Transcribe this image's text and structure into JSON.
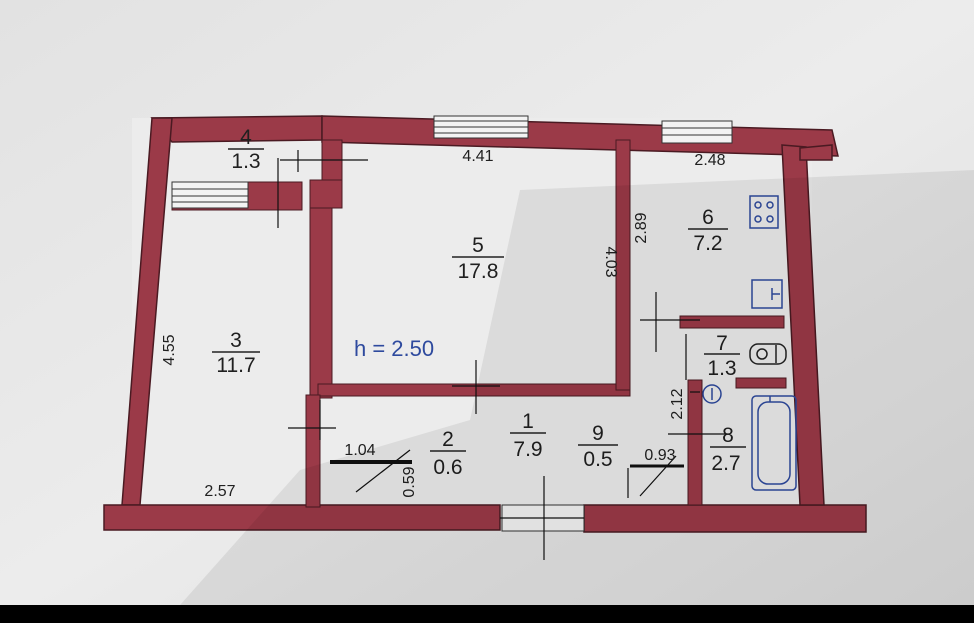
{
  "floorplan": {
    "ceiling_height_label": "h = 2.50",
    "colors": {
      "wall": "#9b3a48",
      "wall_stroke": "#4a1a22",
      "paper": "#e9e9e9",
      "label_accent": "#2e4a9e"
    },
    "rooms": [
      {
        "number": "1",
        "area": "7.9"
      },
      {
        "number": "2",
        "area": "0.6"
      },
      {
        "number": "3",
        "area": "11.7"
      },
      {
        "number": "4",
        "area": "1.3"
      },
      {
        "number": "5",
        "area": "17.8"
      },
      {
        "number": "6",
        "area": "7.2"
      },
      {
        "number": "7",
        "area": "1.3"
      },
      {
        "number": "8",
        "area": "2.7"
      },
      {
        "number": "9",
        "area": "0.5"
      }
    ],
    "dimensions": {
      "room4_room5_width": "4.41",
      "room6_width": "2.48",
      "room5_height": "4.03",
      "room6_height": "2.89",
      "room3_height": "4.55",
      "room3_width": "2.57",
      "room2_width": "1.04",
      "room2_depth": "0.59",
      "room9_width": "0.93",
      "room8_height": "2.12"
    },
    "fixtures": [
      "stove-icon",
      "sink-icon",
      "washbasin-icon",
      "toilet-icon",
      "bathtub-icon"
    ]
  }
}
